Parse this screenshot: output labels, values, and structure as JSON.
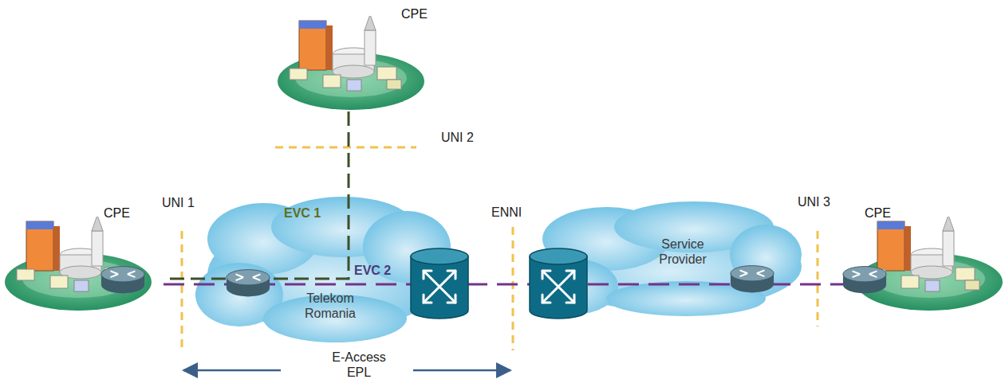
{
  "diagram": {
    "nodes": [
      {
        "text": [
          "CPE"
        ]
      },
      {
        "text": [
          "CPE"
        ]
      },
      {
        "text": [
          "Telekom Romania"
        ]
      },
      {
        "text": [
          "Service Provider"
        ]
      },
      {
        "text": [
          "CPE"
        ]
      }
    ],
    "edges": [
      {
        "from": 0,
        "to": 1,
        "arrow": "none",
        "label": "EVC 1"
      },
      {
        "from": 1,
        "to": 4,
        "arrow": "none",
        "label": "EVC 2"
      }
    ],
    "labels": [
      "UNI 2",
      "UNI 1",
      "ENNI",
      "UNI 3",
      "E-Access EPL"
    ]
  }
}
